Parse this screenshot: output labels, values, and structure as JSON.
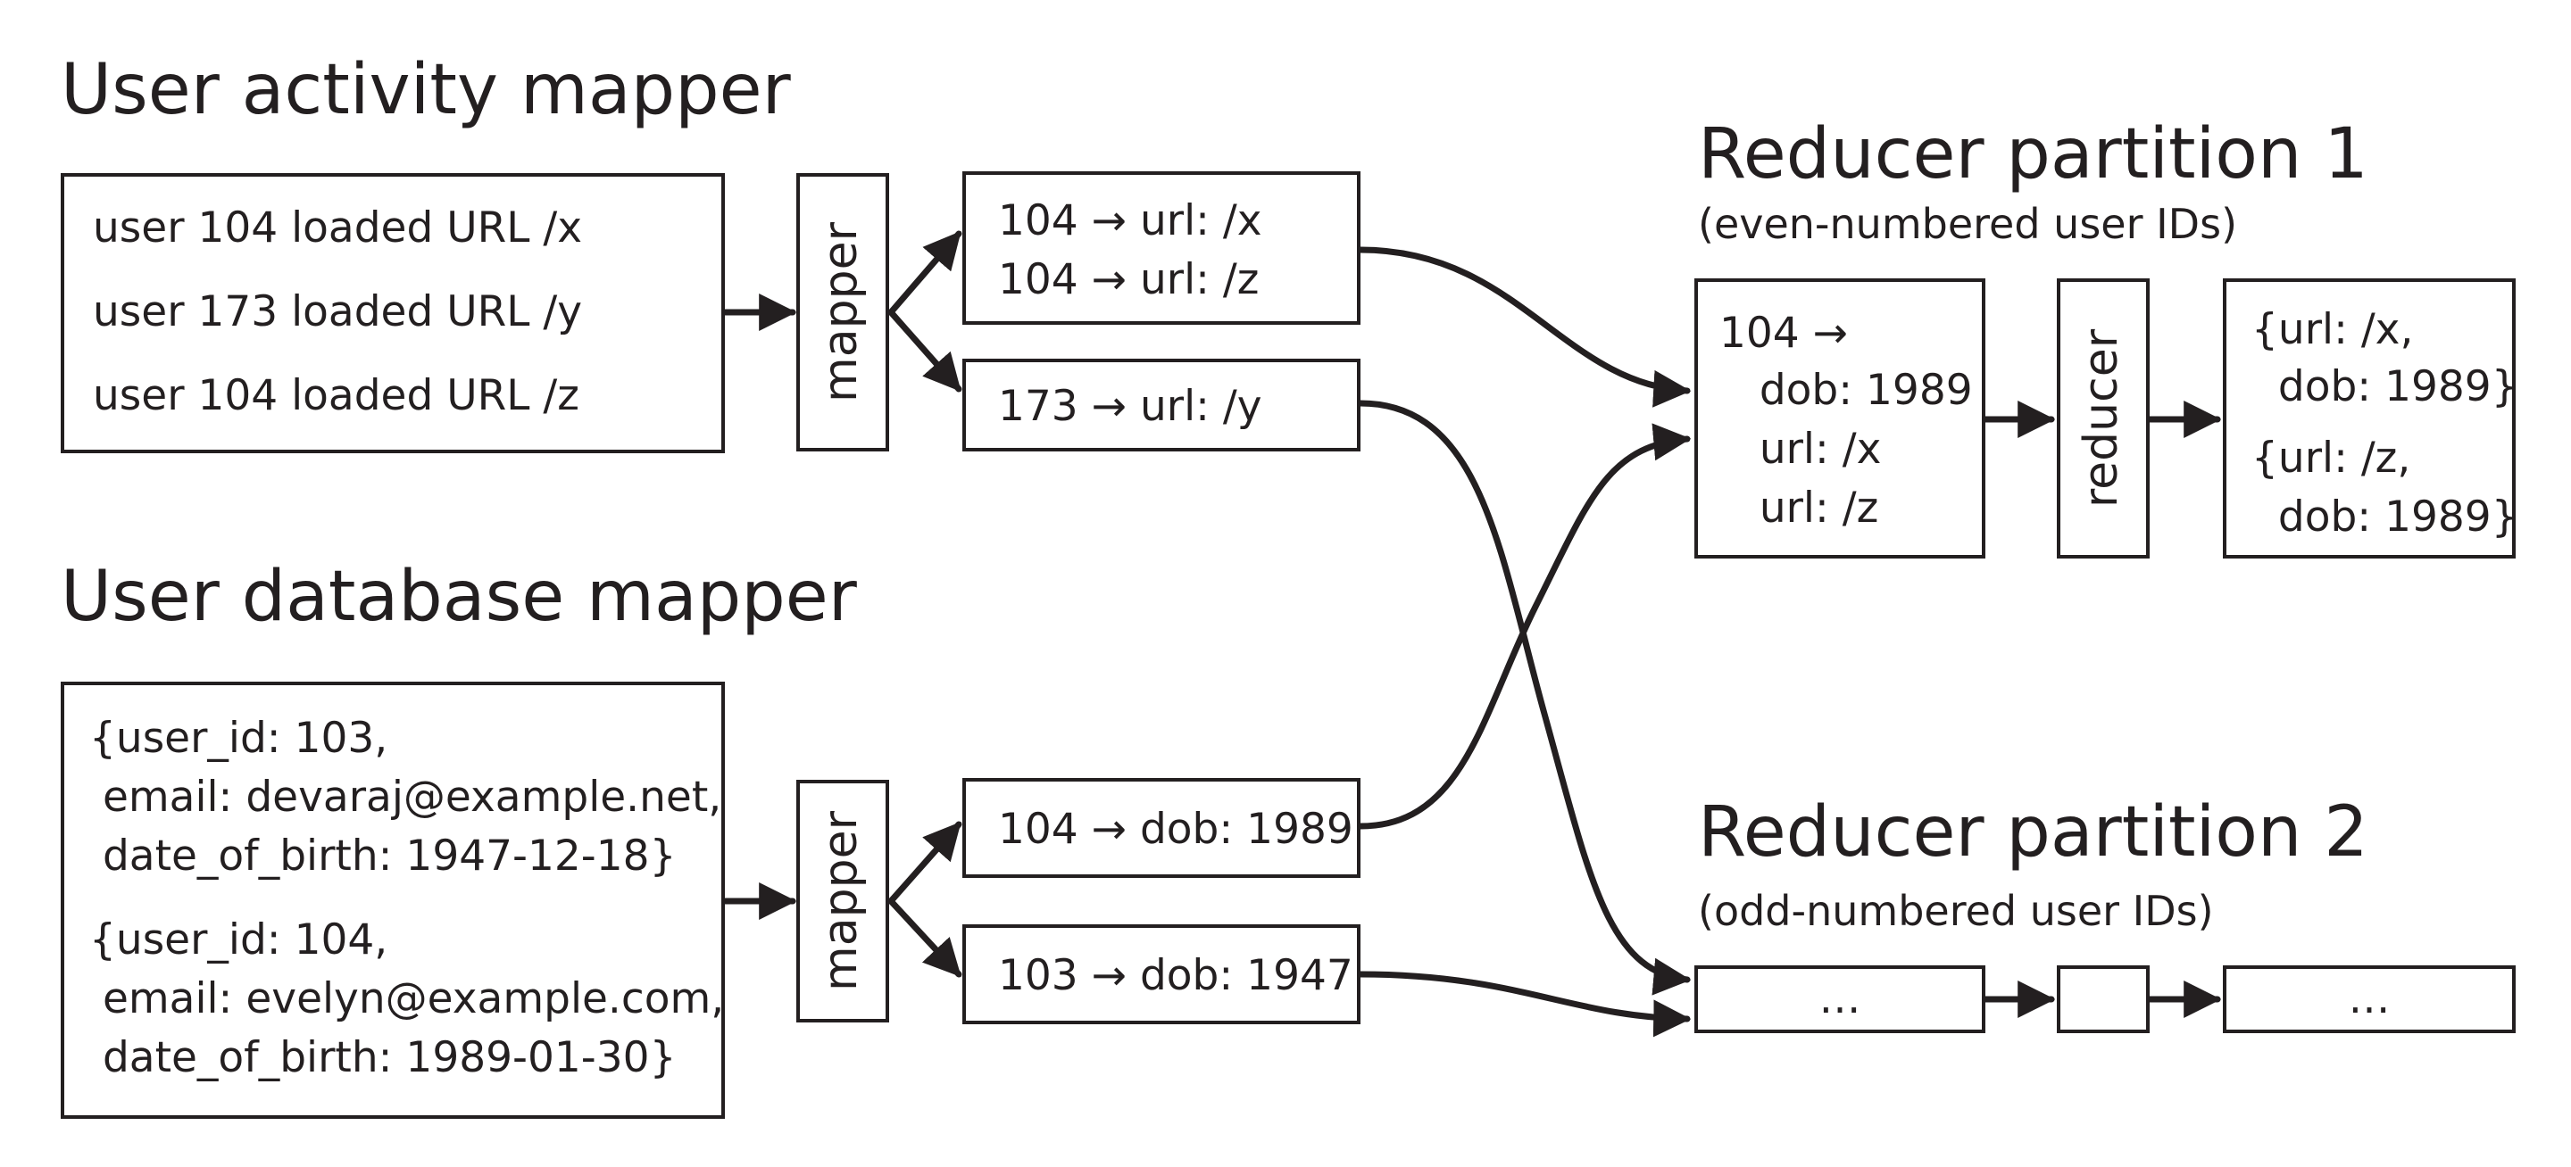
{
  "activity_mapper": {
    "title": "User activity mapper",
    "input_lines": [
      "user 104 loaded URL /x",
      "user 173 loaded URL /y",
      "user 104 loaded URL /z"
    ],
    "mapper_label": "mapper",
    "output_1": [
      "104 → url: /x",
      "104 → url: /z"
    ],
    "output_2": "173 → url: /y"
  },
  "database_mapper": {
    "title": "User database mapper",
    "record_1": [
      "{user_id: 103,",
      " email: devaraj@example.net,",
      " date_of_birth: 1947-12-18}"
    ],
    "record_2": [
      "{user_id: 104,",
      " email: evelyn@example.com,",
      " date_of_birth: 1989-01-30}"
    ],
    "mapper_label": "mapper",
    "output_1": "104 → dob: 1989",
    "output_2": "103 → dob: 1947"
  },
  "partition_1": {
    "title": "Reducer partition 1",
    "subtitle": "(even-numbered user IDs)",
    "input_lines": [
      "104 →",
      "   dob: 1989",
      "   url: /x",
      "   url: /z"
    ],
    "reducer_label": "reducer",
    "output_1": [
      "{url: /x,",
      "  dob: 1989}"
    ],
    "output_2": [
      "{url: /z,",
      "  dob: 1989}"
    ]
  },
  "partition_2": {
    "title": "Reducer partition 2",
    "subtitle": "(odd-numbered user IDs)",
    "input_ellipsis": "…",
    "output_ellipsis": "…"
  },
  "colors": {
    "stroke": "#231f20",
    "background": "#ffffff"
  }
}
